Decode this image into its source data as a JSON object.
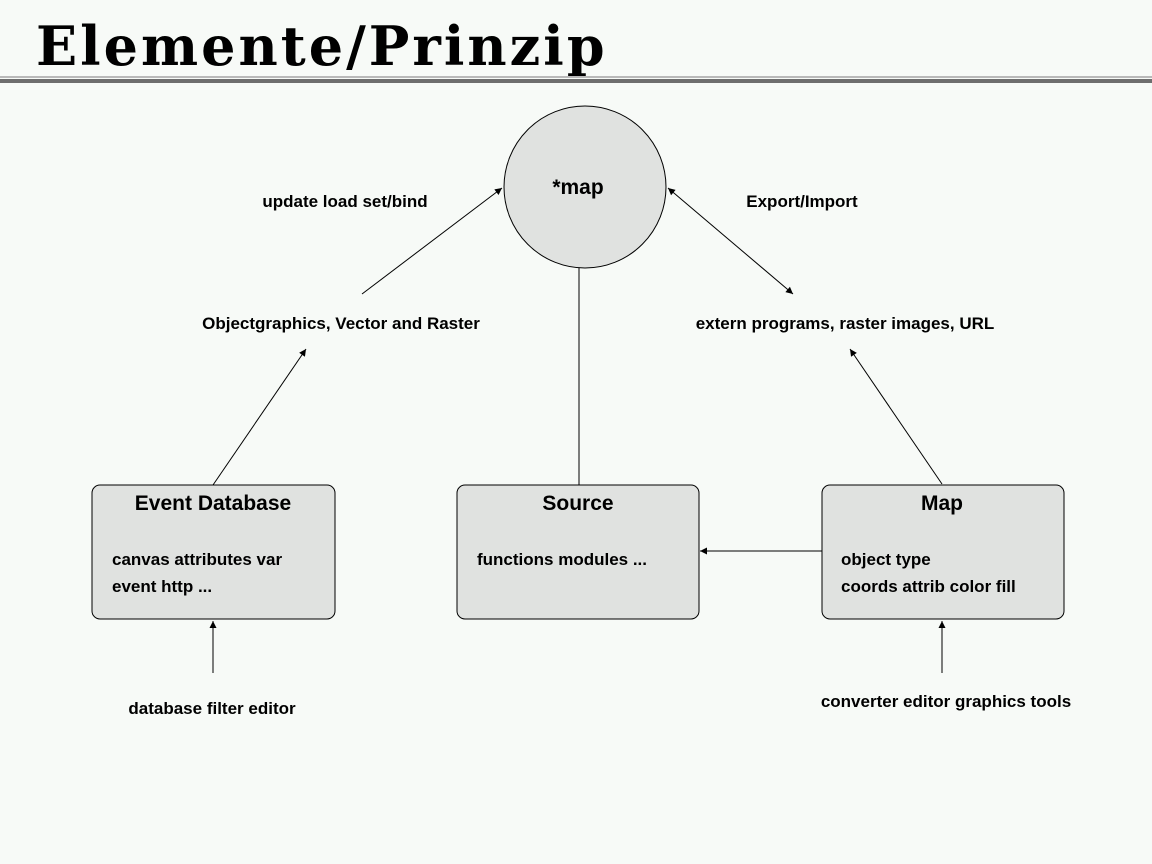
{
  "title": "Elemente/Prinzip",
  "center_node": {
    "label": "*map"
  },
  "boxes": {
    "event_database": {
      "title": "Event Database",
      "lines": [
        "canvas attributes var",
        "event http ..."
      ]
    },
    "source": {
      "title": "Source",
      "lines": [
        "functions modules ..."
      ]
    },
    "map": {
      "title": "Map",
      "lines": [
        "object type",
        "coords attrib color fill"
      ]
    }
  },
  "labels": {
    "update": "update load set/bind",
    "export_import": "Export/Import",
    "objectgraphics": "Objectgraphics, Vector and Raster",
    "extern": "extern programs, raster images, URL",
    "db_tools": "database filter editor",
    "map_tools": "converter editor graphics tools"
  },
  "colors": {
    "background": "#f7faf7",
    "node_fill": "#e0e2e0",
    "stroke": "#000000"
  }
}
